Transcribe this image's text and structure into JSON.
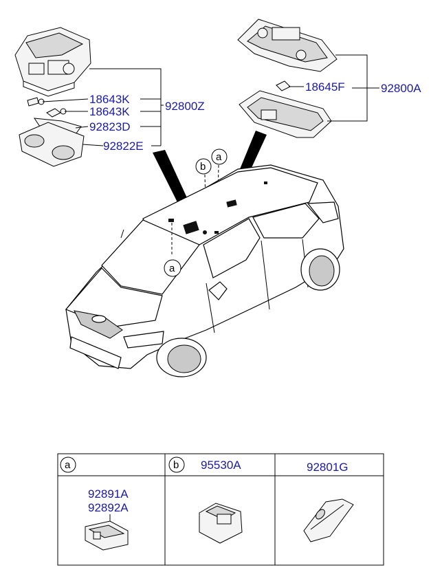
{
  "diagram": {
    "labels": {
      "p18643K_a": "18643K",
      "p18643K_b": "18643K",
      "p92800Z": "92800Z",
      "p92823D": "92823D",
      "p92822E": "92822E",
      "p18645F": "18645F",
      "p92800A": "92800A"
    },
    "callouts": {
      "a_top": "a",
      "b_top": "b",
      "a_bottom": "a"
    }
  },
  "table": {
    "header_a": "a",
    "header_b": "b",
    "header_b_part": "95530A",
    "header_c_part": "92801G",
    "cell_a_parts": [
      "92891A",
      "92892A"
    ]
  }
}
